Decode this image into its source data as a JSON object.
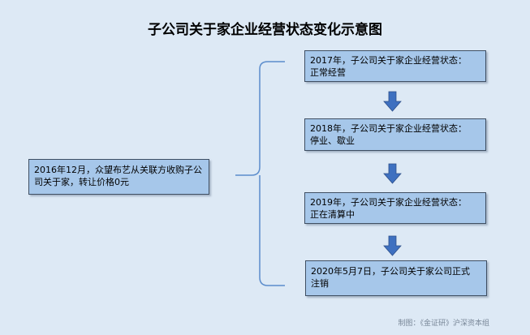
{
  "title": "子公司关于家企业经营状态变化示意图",
  "source": {
    "text": "2016年12月，众望布艺从关联方收购子公司关于家，转让价格0元"
  },
  "stages": [
    {
      "line1": "2017年，子公司关于家企业经营状态：",
      "line2": "正常经营"
    },
    {
      "line1": "2018年，子公司关于家企业经营状态：",
      "line2": "停业、歇业"
    },
    {
      "line1": "2019年，子公司关于家企业经营状态：",
      "line2": "正在清算中"
    },
    {
      "line1": "2020年5月7日，子公司关于家公司正式",
      "line2": "注销"
    }
  ],
  "footer": "制图：《金证研》沪深资本组",
  "colors": {
    "box_fill": "#a6c7ea",
    "arrow": "#3e70c0",
    "connector": "#5b8ccc",
    "background": "#dde9f5"
  }
}
